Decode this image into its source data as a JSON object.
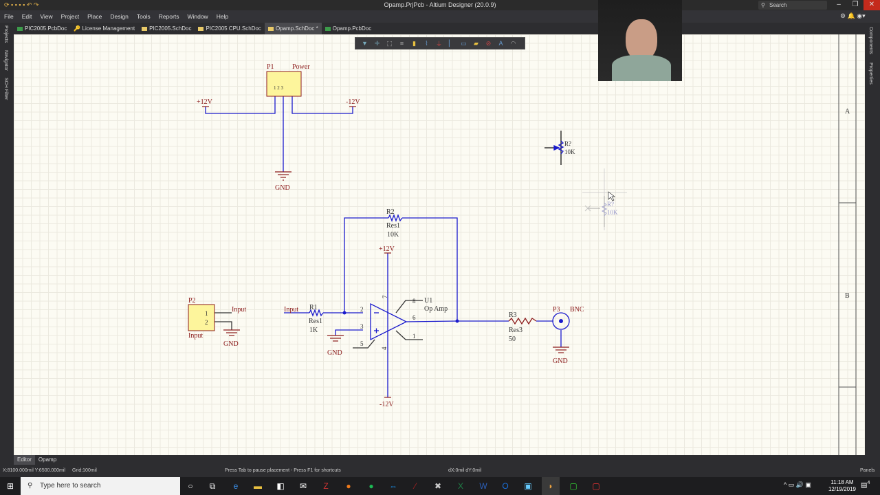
{
  "window": {
    "title": "Opamp.PrjPcb - Altium Designer (20.0.9)",
    "search_placeholder": "Search",
    "minimize": "–",
    "restore": "❐",
    "close": "✕"
  },
  "menu": [
    "File",
    "Edit",
    "View",
    "Project",
    "Place",
    "Design",
    "Tools",
    "Reports",
    "Window",
    "Help"
  ],
  "tabs": [
    {
      "label": "PIC2005.PcbDoc",
      "type": "pcb"
    },
    {
      "label": "License Management",
      "type": "key"
    },
    {
      "label": "PIC2005.SchDoc",
      "type": "sch"
    },
    {
      "label": "PIC2005 CPU.SchDoc",
      "type": "sch"
    },
    {
      "label": "Opamp.SchDoc *",
      "type": "sch",
      "active": true
    },
    {
      "label": "Opamp.PcbDoc",
      "type": "pcb"
    }
  ],
  "left_panels": [
    "Projects",
    "Navigator",
    "SCH Filter"
  ],
  "right_panels": [
    "Components",
    "Properties"
  ],
  "border_zones": [
    "A",
    "B"
  ],
  "schematic": {
    "p1": {
      "designator": "P1",
      "comment": "Power",
      "pins": "1 2 3"
    },
    "pwr_pos": "+12V",
    "pwr_neg": "-12V",
    "gnd": "GND",
    "r2": {
      "designator": "R2",
      "comment": "Res1",
      "value": "10K"
    },
    "u1": {
      "designator": "U1",
      "comment": "Op Amp",
      "pins": [
        "7",
        "2",
        "3",
        "5",
        "4",
        "8",
        "6",
        "1"
      ],
      "vplus": "+12V",
      "vminus": "-12V"
    },
    "r1": {
      "designator": "R1",
      "comment": "Res1",
      "value": "1K"
    },
    "input_label": "Input",
    "p2": {
      "designator": "P2",
      "comment": "Input",
      "pin1": "1",
      "pin2": "2",
      "net": "Input"
    },
    "r3": {
      "designator": "R3",
      "comment": "Res3",
      "value": "50"
    },
    "p3": {
      "designator": "P3",
      "comment": "BNC"
    },
    "pot_placed": {
      "designator": "R?",
      "value": "10K"
    },
    "pot_ghost": {
      "designator": "R?",
      "value": "10K"
    }
  },
  "bottom_tabs": [
    "Editor",
    "Opamp"
  ],
  "status": {
    "coords": "X:8100.000mil Y:6500.000mil",
    "grid": "Grid:100mil",
    "hint": "Press Tab to pause placement - Press F1 for shortcuts",
    "delta": "dX:0mil dY:0mil",
    "panels": "Panels"
  },
  "taskbar": {
    "search_placeholder": "Type here to search",
    "time": "11:18 AM",
    "date": "12/19/2019",
    "notifications": "4"
  },
  "colors": {
    "wire": "#1a1acc",
    "text": "#8b1a1a",
    "part_fill": "#fdf59c",
    "canvas": "#fcfbf3"
  }
}
